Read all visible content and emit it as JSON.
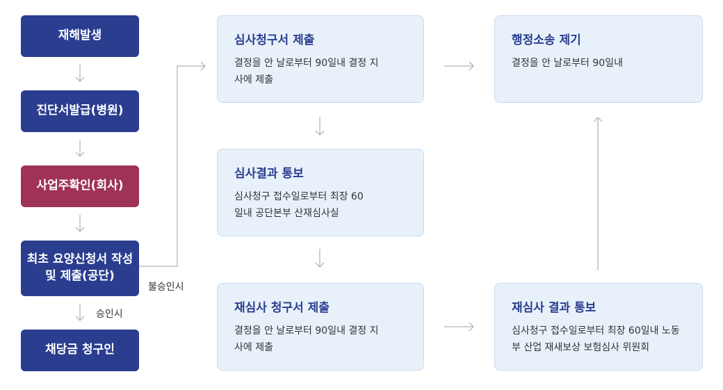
{
  "left_steps": [
    {
      "label": "재해발생",
      "color": "#2a3d8f"
    },
    {
      "label": "진단서발급(병원)",
      "color": "#2a3d8f"
    },
    {
      "label": "사업주확인(회사)",
      "color": "#9e3356"
    },
    {
      "label": "최초 요양신청서 작성 및 제출(공단)",
      "color": "#2a3d8f"
    },
    {
      "label": "채당금 청구인",
      "color": "#2a3d8f"
    }
  ],
  "edge_labels": {
    "approved": "승인시",
    "rejected": "불승인시"
  },
  "cards": {
    "review_request": {
      "title": "심사청구서 제출",
      "desc": "결정을 안 날로부터 90일내 결정 지사에 제출"
    },
    "review_result": {
      "title": "심사결과 통보",
      "desc": "심사청구 접수일로부터 최장 60일내 공단본부 산재심사실"
    },
    "rereview_request": {
      "title": "재심사 청구서 제출",
      "desc": "결정을 안 날로부터 90일내 결정 지사에 제출"
    },
    "admin_lawsuit": {
      "title": "행정소송 제기",
      "desc": "결정을 안 날로부터 90일내"
    },
    "rereview_result": {
      "title": "재심사 결과 통보",
      "desc": "심사청구 접수일로부터 최장 60일내 노동부 산업 재새보상 보험심사 위원회"
    }
  }
}
